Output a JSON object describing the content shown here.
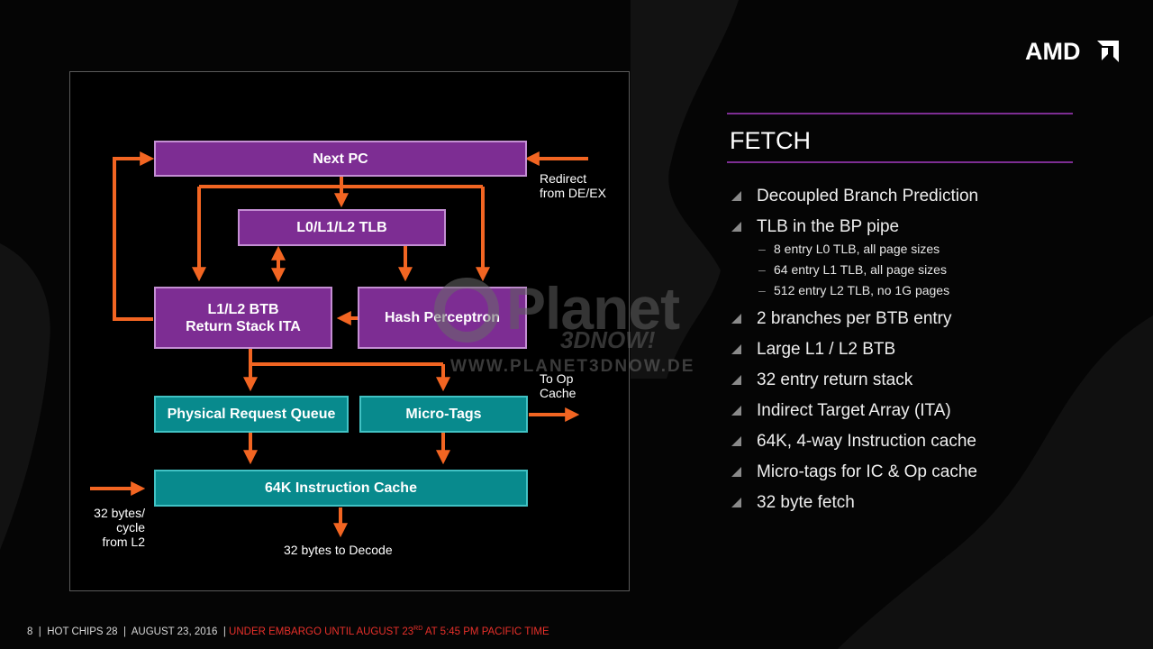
{
  "brand": {
    "logo_text": "AMD"
  },
  "diagram": {
    "boxes": {
      "next_pc": "Next PC",
      "tlb": "L0/L1/L2 TLB",
      "btb_line1": "L1/L2 BTB",
      "btb_line2": "Return Stack ITA",
      "hash": "Hash Perceptron",
      "prq": "Physical Request Queue",
      "microtags": "Micro-Tags",
      "icache": "64K Instruction Cache"
    },
    "labels": {
      "redirect_line1": "Redirect",
      "redirect_line2": "from DE/EX",
      "to_op_line1": "To Op",
      "to_op_line2": "Cache",
      "l2_line1": "32 bytes/",
      "l2_line2": "cycle",
      "l2_line3": "from L2",
      "decode": "32 bytes to Decode"
    },
    "colors": {
      "purple": "#7d2d93",
      "teal": "#088a8d",
      "arrow": "#f26522"
    }
  },
  "watermark": {
    "name": "Planet",
    "sub": "3DNOW!",
    "url": "WWW.PLANET3DNOW.DE"
  },
  "panel": {
    "title": "FETCH",
    "bullets": [
      {
        "text": "Decoupled Branch Prediction"
      },
      {
        "text": "TLB in the BP pipe",
        "subitems": [
          "8 entry L0 TLB, all page sizes",
          "64 entry L1 TLB, all page sizes",
          "512 entry L2 TLB, no 1G pages"
        ]
      },
      {
        "text": "2 branches per BTB entry"
      },
      {
        "text": "Large L1 / L2 BTB"
      },
      {
        "text": "32 entry return stack"
      },
      {
        "text": "Indirect Target Array (ITA)"
      },
      {
        "text": "64K, 4-way Instruction cache"
      },
      {
        "text": "Micro-tags for IC & Op cache"
      },
      {
        "text": "32 byte fetch"
      }
    ]
  },
  "footer": {
    "page": "8",
    "sep": "|",
    "event": "HOT CHIPS 28",
    "date": "AUGUST 23, 2016",
    "embargo_prefix": "UNDER EMBARGO UNTIL  AUGUST 23",
    "embargo_sup": "RD",
    "embargo_suffix": " AT 5:45 PM PACIFIC TIME"
  }
}
